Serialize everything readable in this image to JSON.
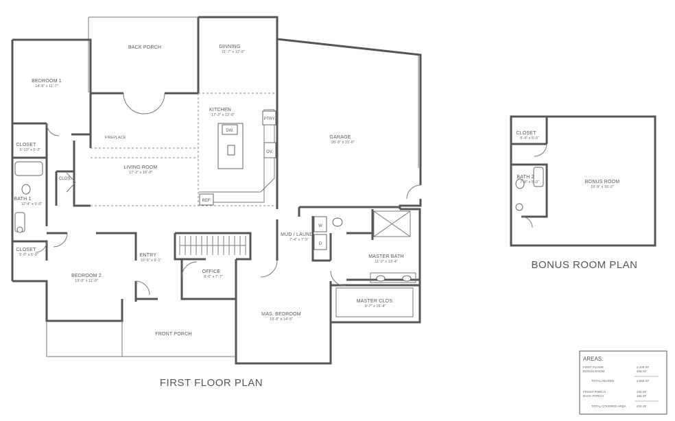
{
  "plans": {
    "first_floor_title": "FIRST FLOOR PLAN",
    "bonus_title": "BONUS ROOM PLAN"
  },
  "rooms": {
    "back_porch": {
      "name": "BACK PORCH"
    },
    "dining": {
      "name": "DINNING",
      "dim": "11'-7\" x 12'-0\""
    },
    "bedroom1": {
      "name": "BEDROOM 1",
      "dim": "14'-9\" x 11'-7\""
    },
    "kitchen": {
      "name": "KITCHEN",
      "dim": "17'-2\" x 12'-0\""
    },
    "garage": {
      "name": "GARAGE",
      "dim": "26'-9\" x 21'-6\""
    },
    "closet1": {
      "name": "CLOSET",
      "dim": "5'-10\" x 5'-2\""
    },
    "fireplace": {
      "name": "FIREPLACE"
    },
    "living": {
      "name": "LIVING ROOM",
      "dim": "17'-2\" x 16'-0\""
    },
    "clos": {
      "name": "CLOS."
    },
    "bath1": {
      "name": "BATH 1",
      "dim": "12'-4\" x 9'-0\""
    },
    "closet2": {
      "name": "CLOSET",
      "dim": "5'-0\" x 5'-0\""
    },
    "bedroom2": {
      "name": "BEDROOM 2",
      "dim": "13'-0\" x 11'-0\""
    },
    "entry": {
      "name": "ENTRY",
      "dim": "10'-5\" x 9'-1\""
    },
    "office": {
      "name": "OFFICE",
      "dim": "8'-0\" x 7'-7\""
    },
    "mud": {
      "name": "MUD / LAUND.",
      "dim": "7'-4\" x 7'-9\""
    },
    "master_bath": {
      "name": "MASTER BATH",
      "dim": "11'-2\" x 13'-4\""
    },
    "master_clos": {
      "name": "MASTER CLOS.",
      "dim": "9'-7\" x 15'-4\""
    },
    "mas_bedroom": {
      "name": "MAS. BEDROOM",
      "dim": "19'-8\" x 14'-5\""
    },
    "front_porch": {
      "name": "FRONT PORCH"
    },
    "bonus_closet": {
      "name": "CLOSET",
      "dim": "6'-4\" x 5'-0\""
    },
    "bonus_bath": {
      "name": "BATH 2",
      "dim": "7'-8\" x 5'-0\""
    },
    "bonus_room": {
      "name": "BONUS ROOM",
      "dim": "19'-9\" x 16'-2\""
    }
  },
  "fixtures": {
    "dw": "DW.",
    "ptry": "PTRY.",
    "ov": "OV.",
    "ref": "REF.",
    "washer": "W",
    "dryer": "D"
  },
  "areas": {
    "title": "AREAS:",
    "rows": [
      {
        "label": "FIRST FLOOR",
        "value": "2,109 SF"
      },
      {
        "label": "BONUS ROOM",
        "value": "456 SF"
      },
      {
        "label": "TOTAL HEATED",
        "value": "2,565 SF"
      },
      {
        "label": "FRONT PORCH",
        "value": "236 SF"
      },
      {
        "label": "BACK PORCH",
        "value": "184 SF"
      },
      {
        "label": "TOTAL COVERED AREA",
        "value": "420 SF"
      }
    ]
  }
}
